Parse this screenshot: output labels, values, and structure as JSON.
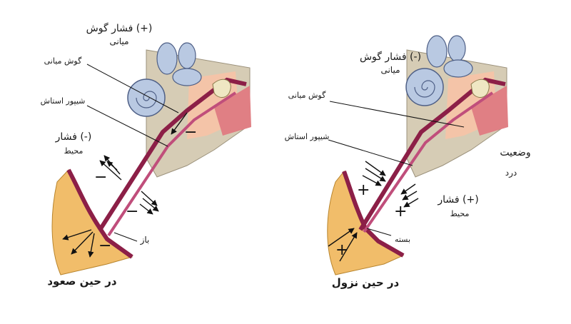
{
  "left_panel": {
    "middle_ear_pressure": "(+) فشار گوش",
    "middle_ear_pressure_2": "میانی",
    "middle_ear": "گوش میانی",
    "eustachian_tube": "شیپور استاش",
    "ambient_pressure": "(-) فشار",
    "ambient_pressure_2": "محیط",
    "open_label": "باز",
    "caption": "در حین صعود",
    "signs": [
      "−",
      "−",
      "−",
      "−"
    ]
  },
  "right_panel": {
    "middle_ear_pressure": "(-) فشار گوش",
    "middle_ear_pressure_2": "میانی",
    "middle_ear": "گوش میانی",
    "eustachian_tube": "شیپور استاش",
    "pain_state": "وضعیت",
    "pain_state_2": "درد",
    "ambient_pressure": "(+) فشار",
    "ambient_pressure_2": "محیط",
    "closed_label": "بسته",
    "caption": "در حین نزول",
    "signs": [
      "+",
      "+",
      "+"
    ]
  },
  "colors": {
    "tube": "#8c1f47",
    "tube_light": "#c04e7b",
    "inner_ear": "#b9c9e2",
    "inner_ear_stroke": "#4e5f86",
    "bone": "#d6ccb5",
    "middle_ear_space": "#f4c4a8",
    "throat": "#f1bd6a",
    "muscle": "#e07f84"
  }
}
